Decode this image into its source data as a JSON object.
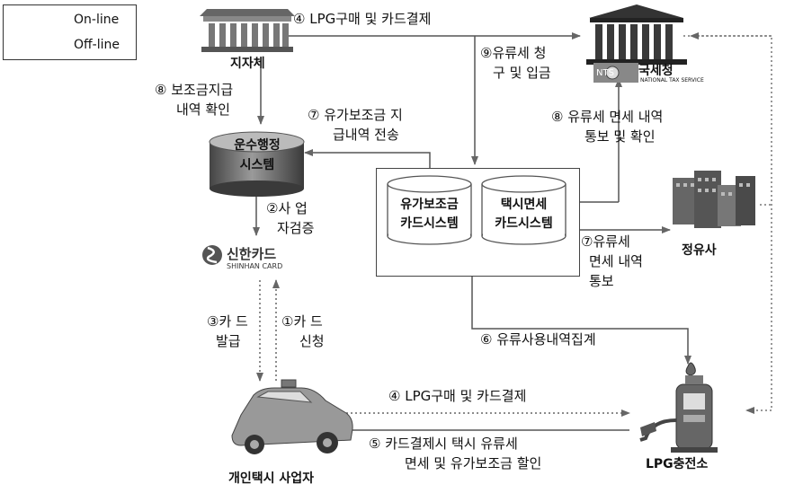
{
  "legend": {
    "online": "On-line",
    "offline": "Off-line"
  },
  "nodes": {
    "local_gov": "지자체",
    "nts_logo": "NTS",
    "nts": "국세청",
    "nts_sub": "NATIONAL TAX SERVICE",
    "transport_system_l1": "운수행정",
    "transport_system_l2": "시스템",
    "subsidy_card_l1": "유가보조금",
    "subsidy_card_l2": "카드시스템",
    "taxi_exempt_l1": "택시면세",
    "taxi_exempt_l2": "카드시스템",
    "refinery": "정유사",
    "shinhan_kr": "신한카드",
    "shinhan_en": "SHINHAN CARD",
    "lpg_station": "LPG충전소",
    "taxi_owner": "개인택시 사업자"
  },
  "steps": {
    "s4_top": "④ LPG구매 및 카드결제",
    "s9_l1": "⑨유류세  청",
    "s9_l2": "구 및 입금",
    "s8_left_l1": "⑧ 보조금지급",
    "s8_left_l2": "내역 확인",
    "s7_mid_l1": "⑦ 유가보조금 지",
    "s7_mid_l2": "급내역 전송",
    "s8_right_l1": "⑧ 유류세 면세 내역",
    "s8_right_l2": "통보 및 확인",
    "s2_l1": "②사  업",
    "s2_l2": "자검증",
    "s7_right_l1": "⑦유류세",
    "s7_right_l2": "면세  내역",
    "s7_right_l3": "통보",
    "s6": "⑥  유류사용내역집계",
    "s3_l1": "③카 드",
    "s3_l2": "발급",
    "s1_l1": "①카 드",
    "s1_l2": "신청",
    "s4_bottom": "④ LPG구매 및 카드결제",
    "s5_l1": "⑤ 카드결제시 택시 유류세",
    "s5_l2": "면세 및 유가보조금 할인"
  }
}
